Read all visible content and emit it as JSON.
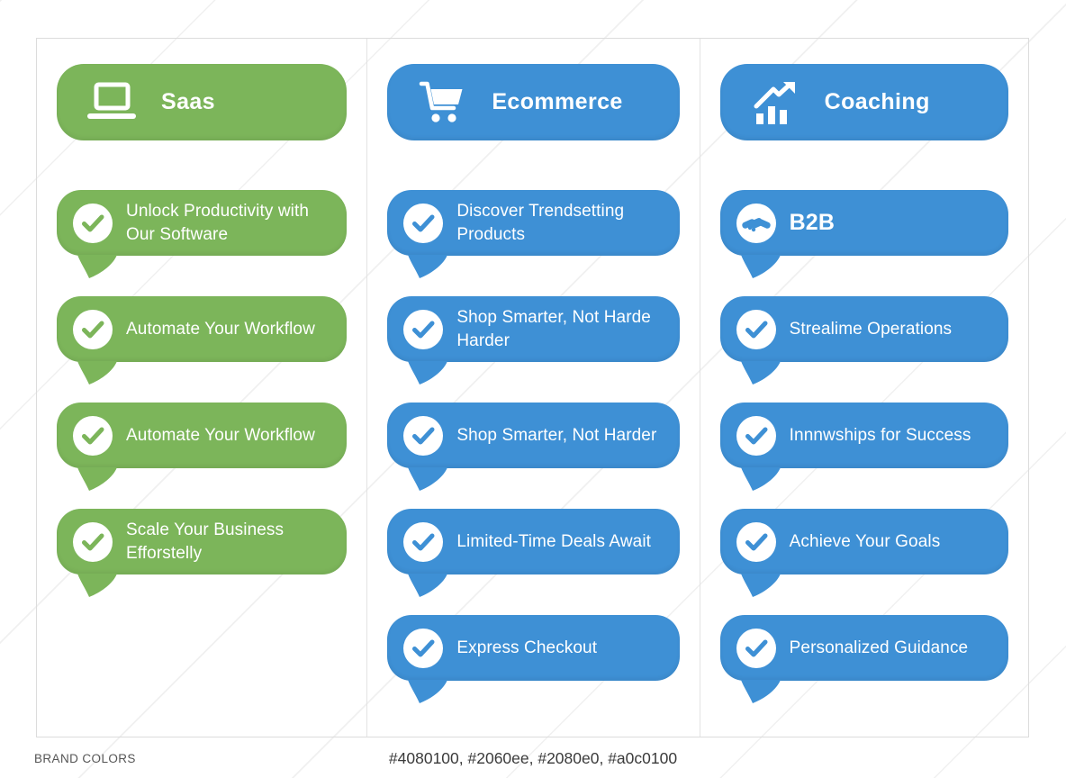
{
  "colors": {
    "green": "#7cb55a",
    "blue": "#3e90d5",
    "panel_border": "#dcdcdc"
  },
  "columns": [
    {
      "id": "saas",
      "color": "green",
      "header": {
        "label": "Saas",
        "icon": "laptop-icon"
      },
      "items": [
        {
          "icon": "check-circle-icon",
          "label": "Unlock Productivity with Our Software"
        },
        {
          "icon": "check-circle-icon",
          "label": "Automate Your Workflow"
        },
        {
          "icon": "check-circle-icon",
          "label": "Automate Your Workflow"
        },
        {
          "icon": "check-circle-icon",
          "label": "Scale Your Business Efforstelly"
        }
      ]
    },
    {
      "id": "ecommerce",
      "color": "blue",
      "header": {
        "label": "Ecommerce",
        "icon": "shopping-cart-icon"
      },
      "items": [
        {
          "icon": "check-circle-icon",
          "label": "Discover Trendsetting Products"
        },
        {
          "icon": "check-circle-icon",
          "label": "Shop Smarter, Not Harde Harder"
        },
        {
          "icon": "check-circle-icon",
          "label": "Shop Smarter, Not Harder"
        },
        {
          "icon": "check-circle-icon",
          "label": "Limited-Time Deals Await"
        },
        {
          "icon": "check-circle-icon",
          "label": "Express Checkout"
        }
      ]
    },
    {
      "id": "coaching",
      "color": "blue",
      "header": {
        "label": "Coaching",
        "icon": "growth-chart-icon"
      },
      "items": [
        {
          "icon": "handshake-icon",
          "label": "B2B",
          "variant": "title"
        },
        {
          "icon": "check-circle-icon",
          "label": "Strealime Operations"
        },
        {
          "icon": "check-circle-icon",
          "label": "Innnwships for Success"
        },
        {
          "icon": "check-circle-icon",
          "label": "Achieve Your Goals"
        },
        {
          "icon": "check-circle-icon",
          "label": "Personalized Guidance"
        }
      ]
    }
  ],
  "footer": {
    "label": "BRAND COLORS",
    "colors_text": "#4080100, #2060ee, #2080e0, #a0c0100"
  }
}
